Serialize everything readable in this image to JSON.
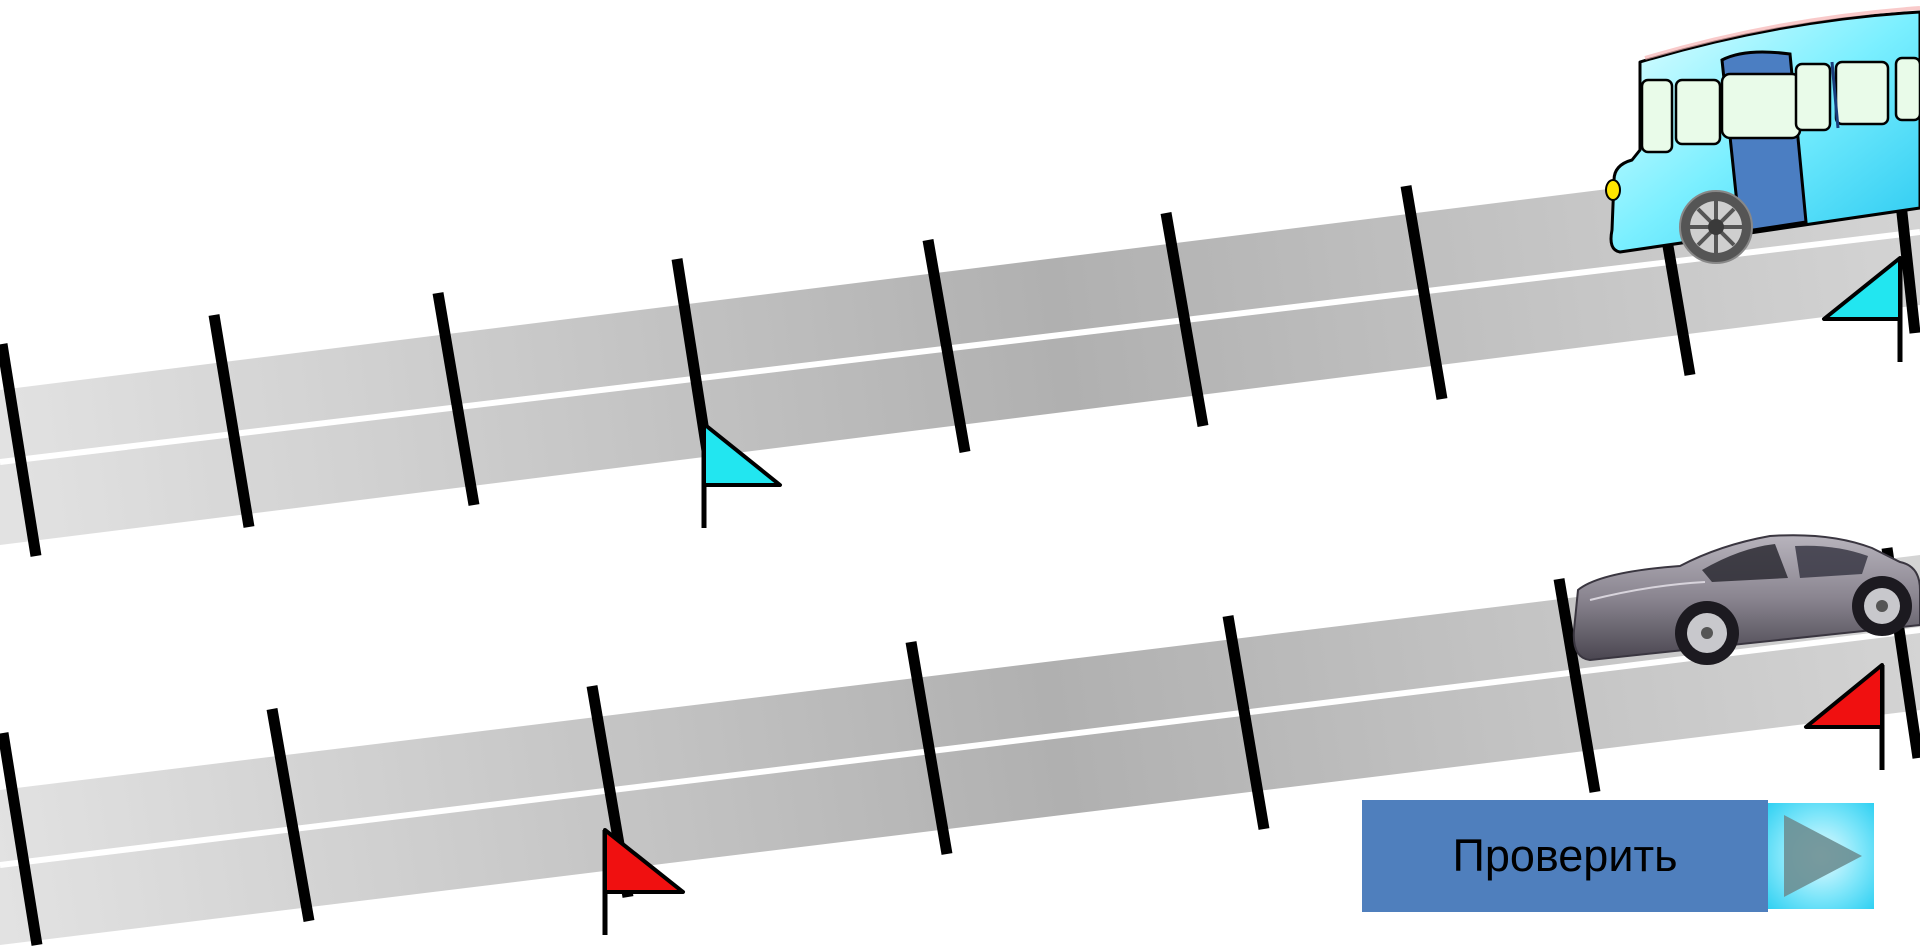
{
  "colors": {
    "road_light": "#dcdcdc",
    "road_dark": "#b2b2b2",
    "road_stripe": "#ffffff",
    "tick": "#000000",
    "flag_bus": "#22e6f0",
    "flag_car": "#f01010",
    "button_bg": "#4f7fbd",
    "bus_body": "#7aefff",
    "bus_door": "#4b7ec2",
    "car_body": "#8a8590"
  },
  "lanes": [
    {
      "vehicle": "bus",
      "vehicle_icon": "bus-icon",
      "flag_icon": "cyan-flag-icon",
      "tick_count": 9
    },
    {
      "vehicle": "car",
      "vehicle_icon": "car-icon",
      "flag_icon": "red-flag-icon",
      "tick_count": 7
    }
  ],
  "controls": {
    "check_label": "Проверить",
    "next_icon": "play-arrow-icon"
  }
}
